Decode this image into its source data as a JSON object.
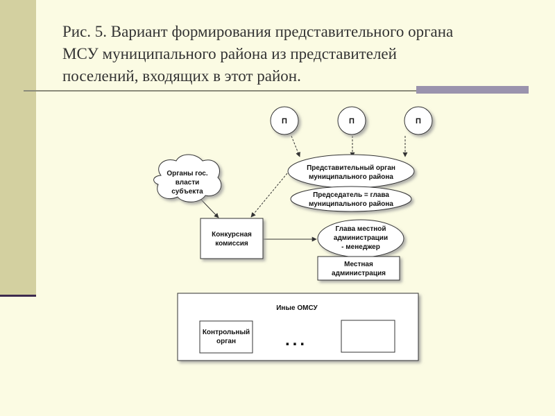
{
  "title": {
    "line1": "Рис. 5. Вариант формирования представительного органа",
    "line2": "МСУ муниципального района из представителей",
    "line3": "поселений, входящих в этот район."
  },
  "diagram": {
    "settlements": [
      "П",
      "П",
      "П"
    ],
    "state_bodies": [
      "Органы гос.",
      "власти",
      "субъекта"
    ],
    "rep_body": [
      "Представительный орган",
      "муниципального района"
    ],
    "chairman": [
      "Председатель = глава",
      "муниципального района"
    ],
    "commission": [
      "Конкурсная",
      "комиссия"
    ],
    "admin_head": [
      "Глава местной",
      "администрации",
      "- менеджер"
    ],
    "local_admin": [
      "Местная",
      "администрация"
    ],
    "other_omsu": "Иные ОМСУ",
    "control_body": [
      "Контрольный",
      "орган"
    ],
    "ellipsis": "...",
    "empty_box": ""
  }
}
